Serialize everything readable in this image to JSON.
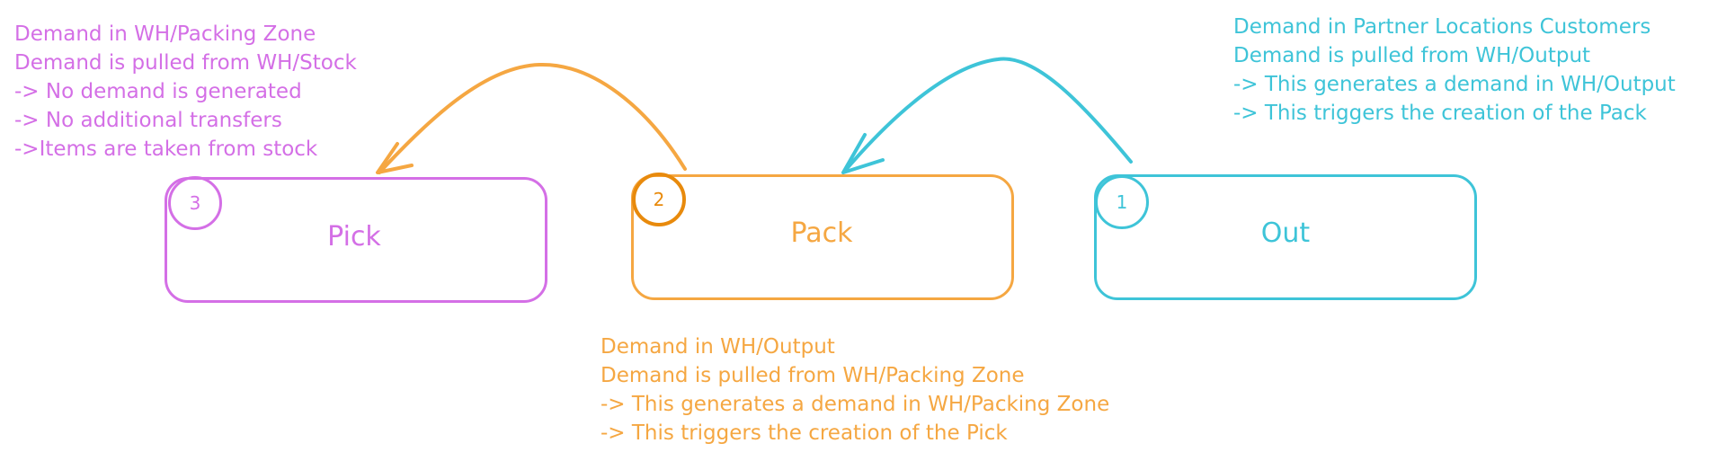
{
  "colors": {
    "pick": "#d46fe6",
    "pack": "#f5a742",
    "pack_badge": "#e88a0c",
    "out": "#3ec4d8"
  },
  "boxes": [
    {
      "id": "pick",
      "badge": "3",
      "label": "Pick"
    },
    {
      "id": "pack",
      "badge": "2",
      "label": "Pack"
    },
    {
      "id": "out",
      "badge": "1",
      "label": "Out"
    }
  ],
  "notes": {
    "pick": [
      "Demand in WH/Packing Zone",
      "Demand is pulled from WH/Stock",
      "-> No demand is generated",
      "-> No additional transfers",
      "->Items are taken from stock"
    ],
    "out": [
      "Demand in Partner Locations Customers",
      "Demand is pulled from WH/Output",
      "-> This generates a demand in WH/Output",
      "-> This triggers the creation of the Pack"
    ],
    "pack": [
      "Demand in WH/Output",
      "Demand is pulled from WH/Packing Zone",
      "-> This generates a demand in WH/Packing Zone",
      "-> This triggers the creation of the Pick"
    ]
  },
  "arrows": [
    {
      "from": "out",
      "to": "pack"
    },
    {
      "from": "pack",
      "to": "pick"
    }
  ]
}
